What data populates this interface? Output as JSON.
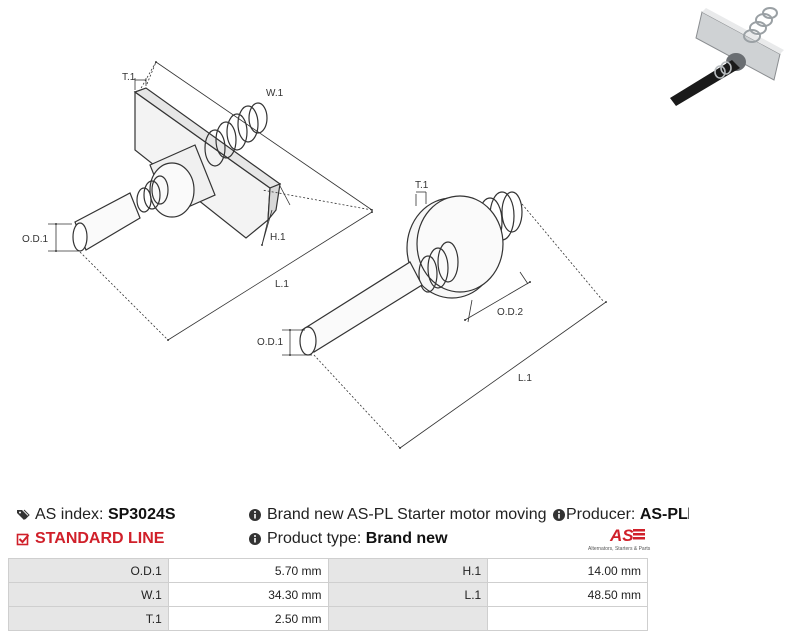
{
  "drawing": {
    "part_a": {
      "t1": "T.1",
      "w1": "W.1",
      "h1": "H.1",
      "od1": "O.D.1",
      "l1": "L.1"
    },
    "part_b": {
      "t1": "T.1",
      "od2": "O.D.2",
      "od1": "O.D.1",
      "l1": "L.1"
    }
  },
  "info": {
    "as_index_label": "AS index:",
    "as_index_value": "SP3024S",
    "description": "Brand new AS-PL Starter motor moving contact for solenoid",
    "producer_label": "Producer:",
    "producer_value": "AS-PL",
    "standard_line": "STANDARD LINE",
    "product_type_label": "Product type:",
    "product_type_value": "Brand new"
  },
  "logo": {
    "text": "AS",
    "caption": "Alternators, Starters & Parts"
  },
  "specs": [
    {
      "label_left": "O.D.1",
      "value_left": "5.70 mm",
      "label_right": "H.1",
      "value_right": "14.00 mm"
    },
    {
      "label_left": "W.1",
      "value_left": "34.30 mm",
      "label_right": "L.1",
      "value_right": "48.50 mm"
    },
    {
      "label_left": "T.1",
      "value_left": "2.50 mm",
      "label_right": "",
      "value_right": ""
    }
  ],
  "colors": {
    "accent": "#d0202a",
    "label_bg": "#e6e6e6",
    "border": "#cfcfcf"
  }
}
